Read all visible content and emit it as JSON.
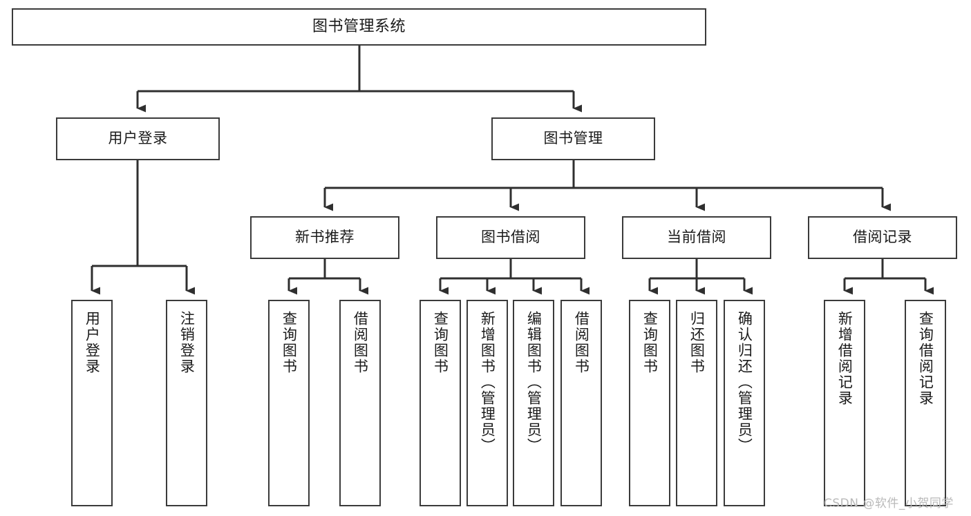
{
  "diagram": {
    "type": "hierarchy-tree",
    "title": "图书管理系统",
    "watermark": "CSDN @软件_小贺同学",
    "colors": {
      "box_border": "#3a3a3a",
      "box_fill": "#ffffff",
      "connector": "#2f2f2f",
      "text": "#1a1a1a",
      "watermark": "#b9b9b9",
      "background": "#ffffff"
    },
    "nodes": {
      "root": {
        "label": "图书管理系统"
      },
      "level2": [
        {
          "id": "user-login",
          "label": "用户登录"
        },
        {
          "id": "book-manage",
          "label": "图书管理"
        }
      ],
      "level3": [
        {
          "id": "new-book-recommend",
          "label": "新书推荐"
        },
        {
          "id": "book-borrow",
          "label": "图书借阅"
        },
        {
          "id": "current-borrow",
          "label": "当前借阅"
        },
        {
          "id": "borrow-record",
          "label": "借阅记录"
        }
      ],
      "leaves": {
        "user_login": [
          {
            "id": "leaf-user-login",
            "label": "用户登录"
          },
          {
            "id": "leaf-logout-login",
            "label": "注销登录"
          }
        ],
        "new_book_recommend": [
          {
            "id": "leaf-query-book-1",
            "label": "查询图书"
          },
          {
            "id": "leaf-borrow-book-1",
            "label": "借阅图书"
          }
        ],
        "book_borrow": [
          {
            "id": "leaf-query-book-2",
            "label": "查询图书"
          },
          {
            "id": "leaf-add-book",
            "label": "新增图书（管理员）"
          },
          {
            "id": "leaf-edit-book",
            "label": "编辑图书（管理员）"
          },
          {
            "id": "leaf-borrow-book-2",
            "label": "借阅图书"
          }
        ],
        "current_borrow": [
          {
            "id": "leaf-query-book-3",
            "label": "查询图书"
          },
          {
            "id": "leaf-return-book",
            "label": "归还图书"
          },
          {
            "id": "leaf-confirm-return",
            "label": "确认归还（管理员）"
          }
        ],
        "borrow_record": [
          {
            "id": "leaf-add-record",
            "label": "新增借阅记录"
          },
          {
            "id": "leaf-query-record",
            "label": "查询借阅记录"
          }
        ]
      }
    }
  }
}
